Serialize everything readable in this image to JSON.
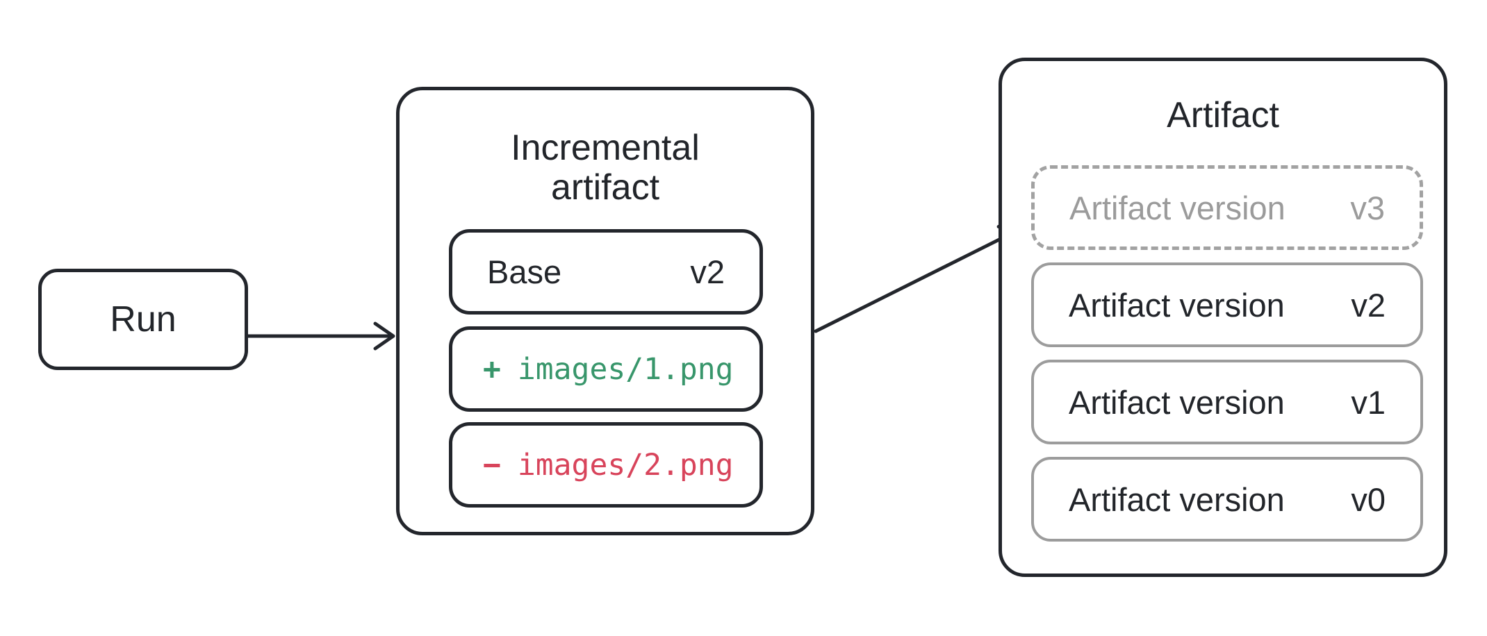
{
  "run": {
    "label": "Run"
  },
  "incremental": {
    "title": "Incremental artifact",
    "base": {
      "label": "Base",
      "version": "v2"
    },
    "changes": [
      {
        "op": "+",
        "path": "images/1.png",
        "kind": "added"
      },
      {
        "op": "−",
        "path": "images/2.png",
        "kind": "removed"
      }
    ]
  },
  "artifact": {
    "title": "Artifact",
    "versions": [
      {
        "label": "Artifact version",
        "version": "v3",
        "ghost": true
      },
      {
        "label": "Artifact version",
        "version": "v2",
        "ghost": false
      },
      {
        "label": "Artifact version",
        "version": "v1",
        "ghost": false
      },
      {
        "label": "Artifact version",
        "version": "v0",
        "ghost": false
      }
    ]
  },
  "colors": {
    "ink": "#22252a",
    "box_border_dark": "#23262c",
    "box_border_gray": "#9c9c9c",
    "ghost_text_gray": "#9b9b9b",
    "diff_added_green": "#38966b",
    "diff_removed_red": "#d8445b",
    "background": "#ffffff"
  }
}
